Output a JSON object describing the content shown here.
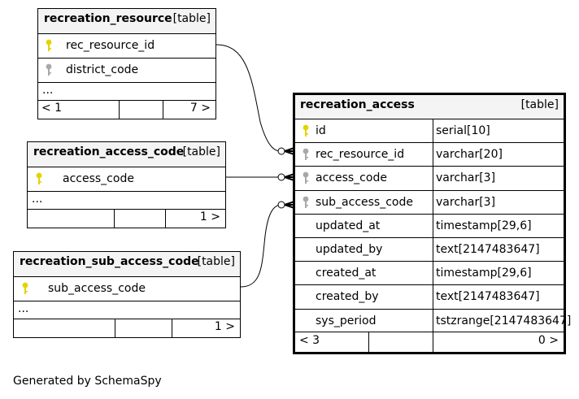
{
  "tables": {
    "recreation_resource": {
      "name": "recreation_resource",
      "tag": "[table]",
      "columns": [
        "rec_resource_id",
        "district_code"
      ],
      "more": "...",
      "footer_left": "< 1",
      "footer_right": "7 >"
    },
    "recreation_access_code": {
      "name": "recreation_access_code",
      "tag": "[table]",
      "columns": [
        "access_code"
      ],
      "more": "...",
      "footer_right": "1 >"
    },
    "recreation_sub_access_code": {
      "name": "recreation_sub_access_code",
      "tag": "[table]",
      "columns": [
        "sub_access_code"
      ],
      "more": "...",
      "footer_right": "1 >"
    },
    "recreation_access": {
      "name": "recreation_access",
      "tag": "[table]",
      "columns": [
        {
          "name": "id",
          "type": "serial[10]",
          "key": "primary"
        },
        {
          "name": "rec_resource_id",
          "type": "varchar[20]",
          "key": "foreign"
        },
        {
          "name": "access_code",
          "type": "varchar[3]",
          "key": "foreign"
        },
        {
          "name": "sub_access_code",
          "type": "varchar[3]",
          "key": "foreign"
        },
        {
          "name": "updated_at",
          "type": "timestamp[29,6]",
          "key": "none"
        },
        {
          "name": "updated_by",
          "type": "text[2147483647]",
          "key": "none"
        },
        {
          "name": "created_at",
          "type": "timestamp[29,6]",
          "key": "none"
        },
        {
          "name": "created_by",
          "type": "text[2147483647]",
          "key": "none"
        },
        {
          "name": "sys_period",
          "type": "tstzrange[2147483647]",
          "key": "none"
        }
      ],
      "footer_left": "< 3",
      "footer_right": "0 >"
    }
  },
  "colors": {
    "primary_key": "#e6d200",
    "foreign_key": "#a8a8a8",
    "header_bg": "#f4f4f4"
  },
  "icons": {
    "primary_key": "key-icon",
    "foreign_key": "key-icon"
  },
  "generated_by": "Generated by SchemaSpy"
}
